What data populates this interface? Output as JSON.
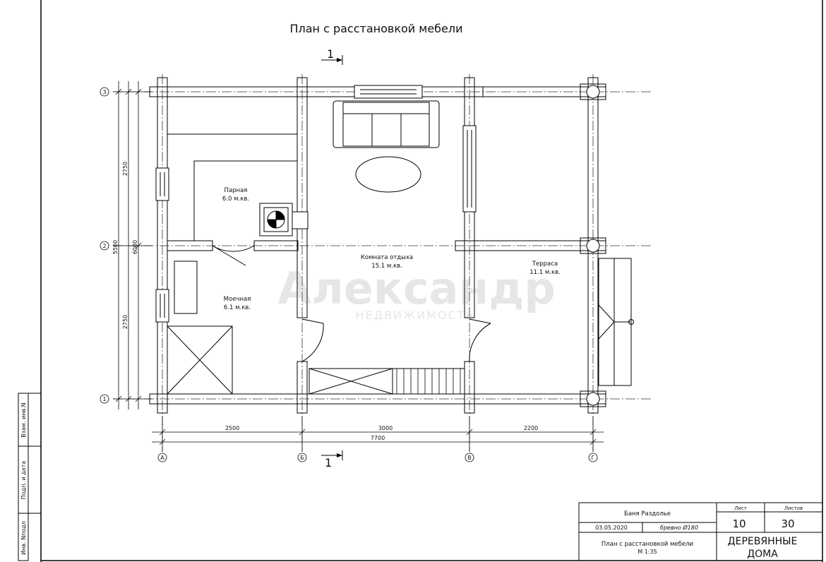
{
  "drawing": {
    "title": "План с расстановкой мебели",
    "section_mark": "1"
  },
  "rooms": {
    "parnaya": {
      "name": "Парная",
      "area": "6.0 м.кв."
    },
    "moechnaya": {
      "name": "Моечная",
      "area": "6.1 м.кв."
    },
    "komnata": {
      "name": "Комната отдыха",
      "area": "15.1 м.кв."
    },
    "terrasa": {
      "name": "Терраса",
      "area": "11.1 м.кв."
    }
  },
  "axes": {
    "rows": [
      "3",
      "2",
      "1"
    ],
    "cols": [
      "А",
      "Б",
      "В",
      "Г"
    ]
  },
  "dimensions": {
    "bottom": [
      "2500",
      "3000",
      "2200"
    ],
    "bottom_total": "7700",
    "left": [
      "2750",
      "2750"
    ],
    "left_mid": "5500",
    "left_total": "6000"
  },
  "watermark": {
    "main": "Александр",
    "sub": "НЕДВИЖИМОСТЬ"
  },
  "side_stamp": [
    "Взам. инв.N",
    "Подп. и дата",
    "Инв. Nподл"
  ],
  "title_block": {
    "project": "Баня Раздолье",
    "date": "03.05.2020",
    "material": "бревно Ø180",
    "sheet_label": "Лист",
    "sheets_label": "Листов",
    "sheet": "10",
    "sheets": "30",
    "description": "План с расстановкой мебели",
    "scale": "М 1:35",
    "company_line1": "ДЕРЕВЯННЫЕ",
    "company_line2": "ДОМА"
  }
}
